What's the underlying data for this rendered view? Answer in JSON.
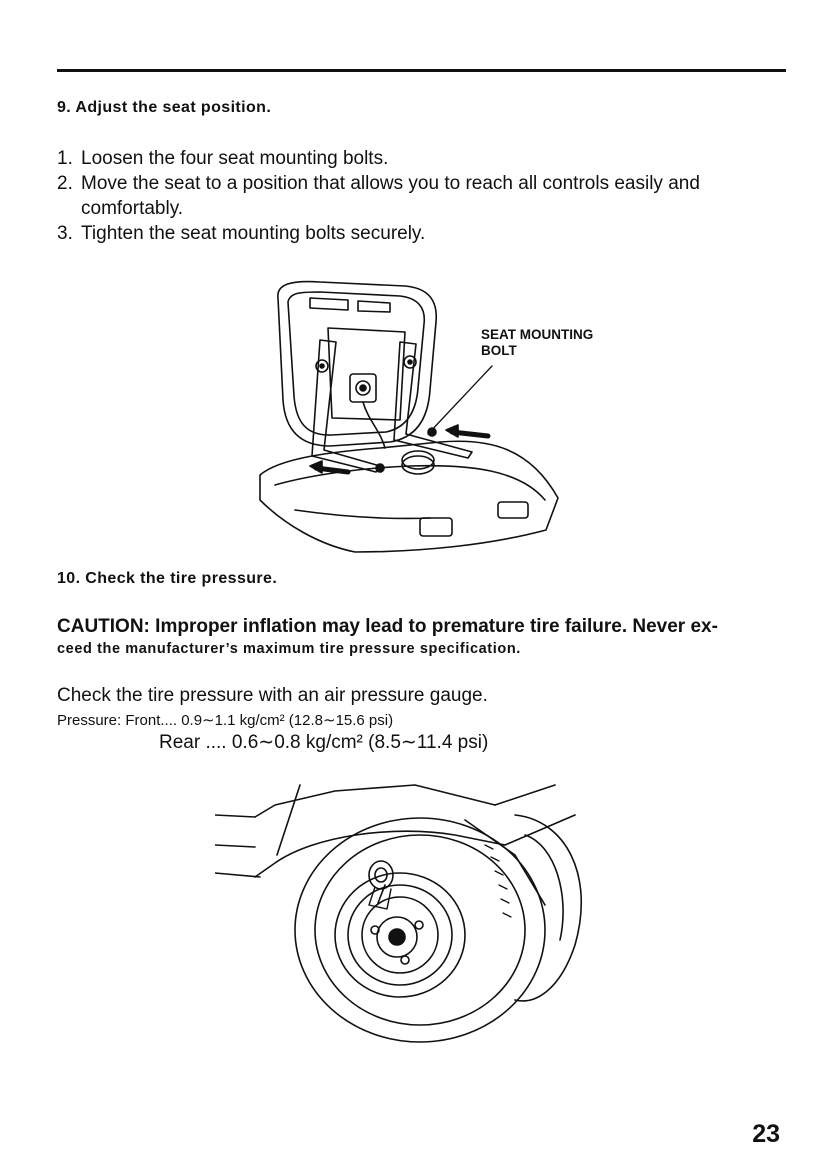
{
  "step9": {
    "heading": "9. Adjust the seat position.",
    "items": [
      {
        "num": "1.",
        "text": "Loosen the four seat mounting bolts."
      },
      {
        "num": "2.",
        "text": "Move the seat to a position that allows you to reach all controls easily and comfortably."
      },
      {
        "num": "3.",
        "text": "Tighten the seat mounting bolts securely."
      }
    ],
    "callout_line1": "SEAT MOUNTING",
    "callout_line2": "BOLT"
  },
  "step10": {
    "heading": "10. Check the tire pressure.",
    "caution_label": "CAUTION:",
    "caution_text": "Improper inflation may lead to premature tire failure. Never ex-",
    "caution_small": "ceed the manufacturer’s maximum tire pressure specification.",
    "check_text": "Check the tire pressure with an air pressure gauge.",
    "pressure_front": "Pressure: Front.... 0.9∼1.1 kg/cm² (12.8∼15.6 psi)",
    "pressure_rear": "Rear .... 0.6∼0.8 kg/cm² (8.5∼11.4 psi)"
  },
  "page_number": "23"
}
